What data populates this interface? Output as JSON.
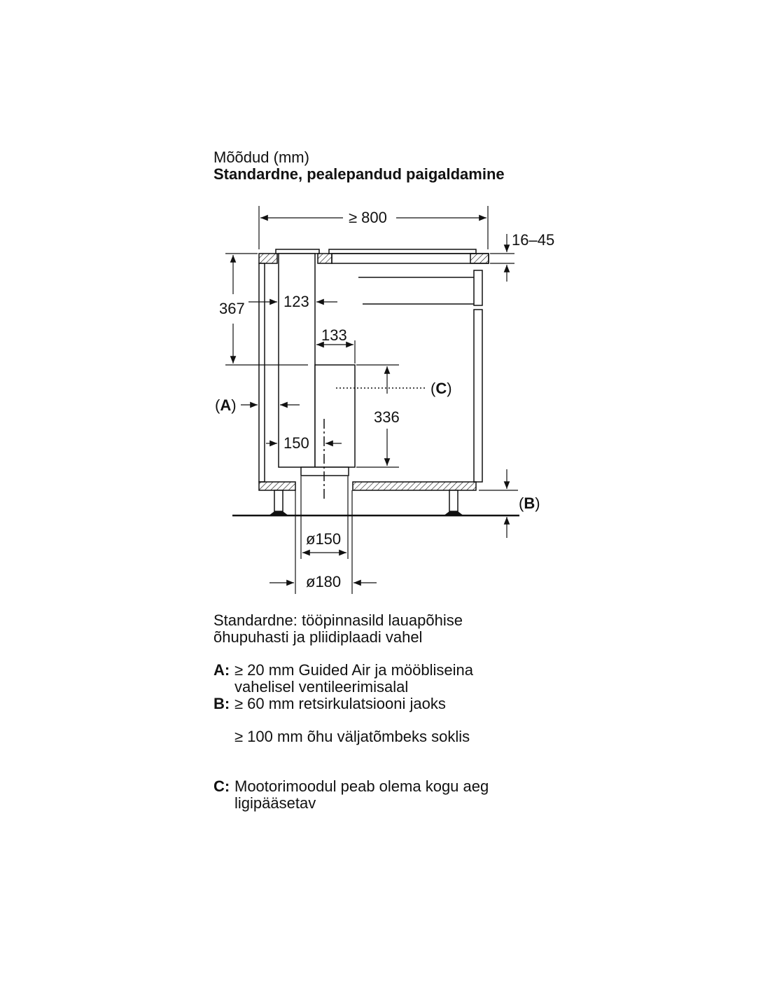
{
  "header": {
    "subtitle": "Mõõdud (mm)",
    "title": "Standardne, pealepandud paigaldamine"
  },
  "dimensions": {
    "width_min": "≥ 800",
    "thickness": "16–45",
    "height_367": "367",
    "d123": "123",
    "d133": "133",
    "d336": "336",
    "d150": "150",
    "dia150": "ø150",
    "dia180": "ø180"
  },
  "callouts": {
    "a": "A",
    "b": "B",
    "c": "C"
  },
  "notes": {
    "intro_line1": "Standardne: tööpinnasild lauapõhise",
    "intro_line2": "õhupuhasti ja pliidiplaadi vahel",
    "a_key": "A:",
    "a_line1": "≥ 20 mm Guided Air ja mööbliseina",
    "a_line2": "vahelisel ventileerimisalal",
    "b_key": "B:",
    "b_line1": "≥ 60 mm retsirkulatsiooni jaoks",
    "b_line2": "≥ 100 mm õhu väljatõmbeks soklis",
    "c_key": "C:",
    "c_line1": "Mootorimoodul peab olema kogu aeg",
    "c_line2": "ligipääsetav"
  }
}
